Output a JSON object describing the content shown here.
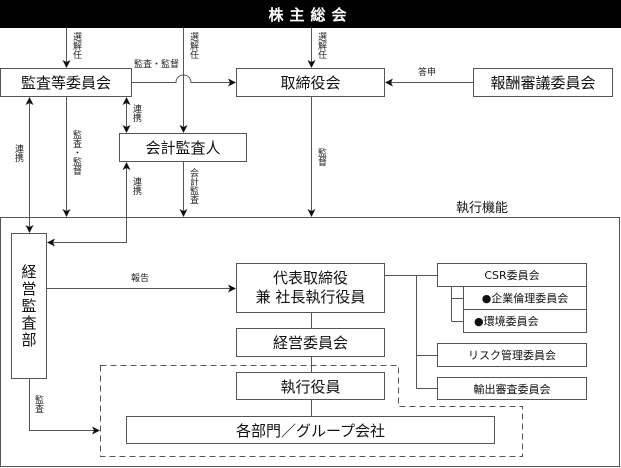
{
  "header": {
    "title": "株主総会"
  },
  "boxes": {
    "audit_committee": "監査等委員会",
    "board": "取締役会",
    "compensation_committee": "報酬審議委員会",
    "accounting_auditor": "会計監査人",
    "internal_audit": "経営監査部",
    "president_line1": "代表取締役",
    "president_line2": "兼 社長執行役員",
    "management_committee": "経営委員会",
    "executive_officers": "執行役員",
    "divisions": "各部門／グループ会社",
    "csr_committee": "CSR委員会",
    "ethics_committee": "●企業倫理委員会",
    "environment_committee": "●環境委員会",
    "risk_committee": "リスク管理委員会",
    "export_committee": "輸出審査委員会"
  },
  "section": {
    "execution": "執行機能"
  },
  "labels": {
    "elect_dismiss_1": "選解任",
    "elect_dismiss_2": "選解任",
    "elect_dismiss_3": "選解任",
    "audit_supervise_h": "監査・監督",
    "report_reply": "答申",
    "coop_left": "連携",
    "coop_upper": "連携",
    "coop_lower": "連携",
    "audit_supervise_v": "監査・監督",
    "accounting_audit": "会計監査",
    "supervise": "監督",
    "report": "報告",
    "audit": "監査"
  },
  "colors": {
    "header_bg": "#000000",
    "line": "#555555"
  }
}
